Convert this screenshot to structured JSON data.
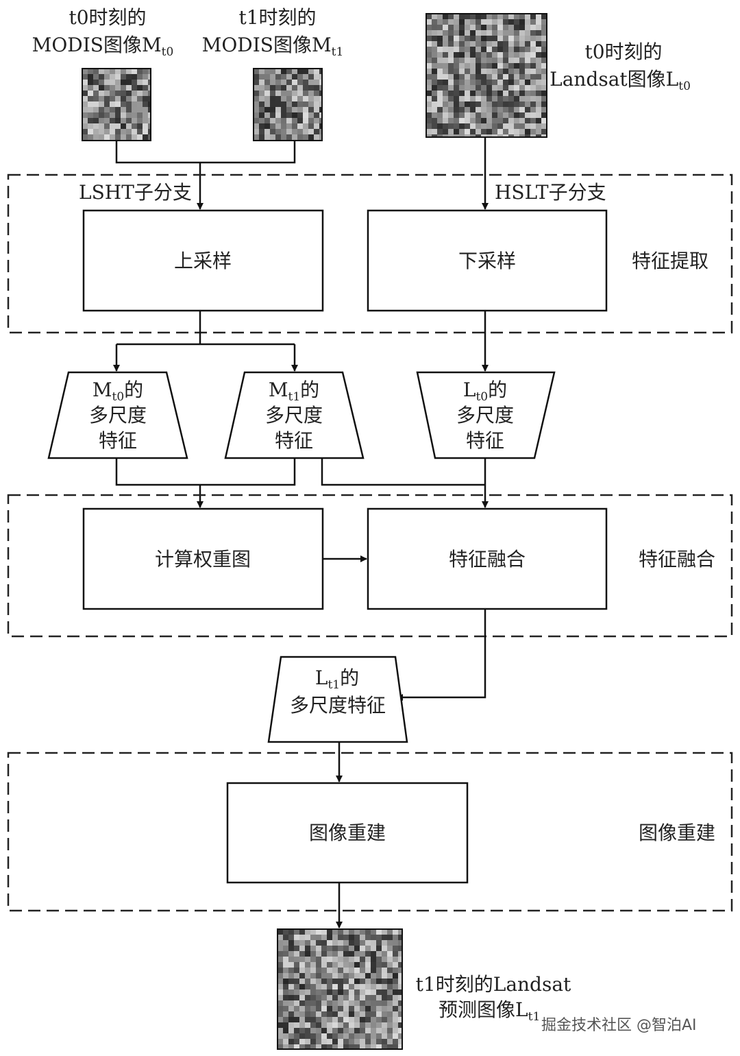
{
  "inputs": {
    "modis_t0": {
      "line1": "t0时刻的",
      "line2": "MODIS图像M",
      "sub": "t0"
    },
    "modis_t1": {
      "line1": "t1时刻的",
      "line2": "MODIS图像M",
      "sub": "t1"
    },
    "landsat_t0": {
      "line1": "t0时刻的",
      "line2": "Landsat图像L",
      "sub": "t0"
    }
  },
  "stages": {
    "feature_extraction": {
      "label": "特征提取",
      "lsht_branch": "LSHT子分支",
      "hslt_branch": "HSLT子分支",
      "upsample": "上采样",
      "downsample": "下采样"
    },
    "multiscale": {
      "mt0": {
        "sym": "M",
        "sub": "t0",
        "de": "的",
        "line2": "多尺度",
        "line3": "特征"
      },
      "mt1": {
        "sym": "M",
        "sub": "t1",
        "de": "的",
        "line2": "多尺度",
        "line3": "特征"
      },
      "lt0": {
        "sym": "L",
        "sub": "t0",
        "de": "的",
        "line2": "多尺度",
        "line3": "特征"
      }
    },
    "feature_fusion": {
      "label": "特征融合",
      "weight_map": "计算权重图",
      "fusion": "特征融合"
    },
    "lt1_features": {
      "sym": "L",
      "sub": "t1",
      "de": "的",
      "line2": "多尺度特征"
    },
    "reconstruction": {
      "label": "图像重建",
      "box": "图像重建"
    }
  },
  "output": {
    "line1": "t1时刻的Landsat",
    "line2": "预测图像L",
    "sub": "t1"
  },
  "watermark": "掘金技术社区 @智泊AI"
}
